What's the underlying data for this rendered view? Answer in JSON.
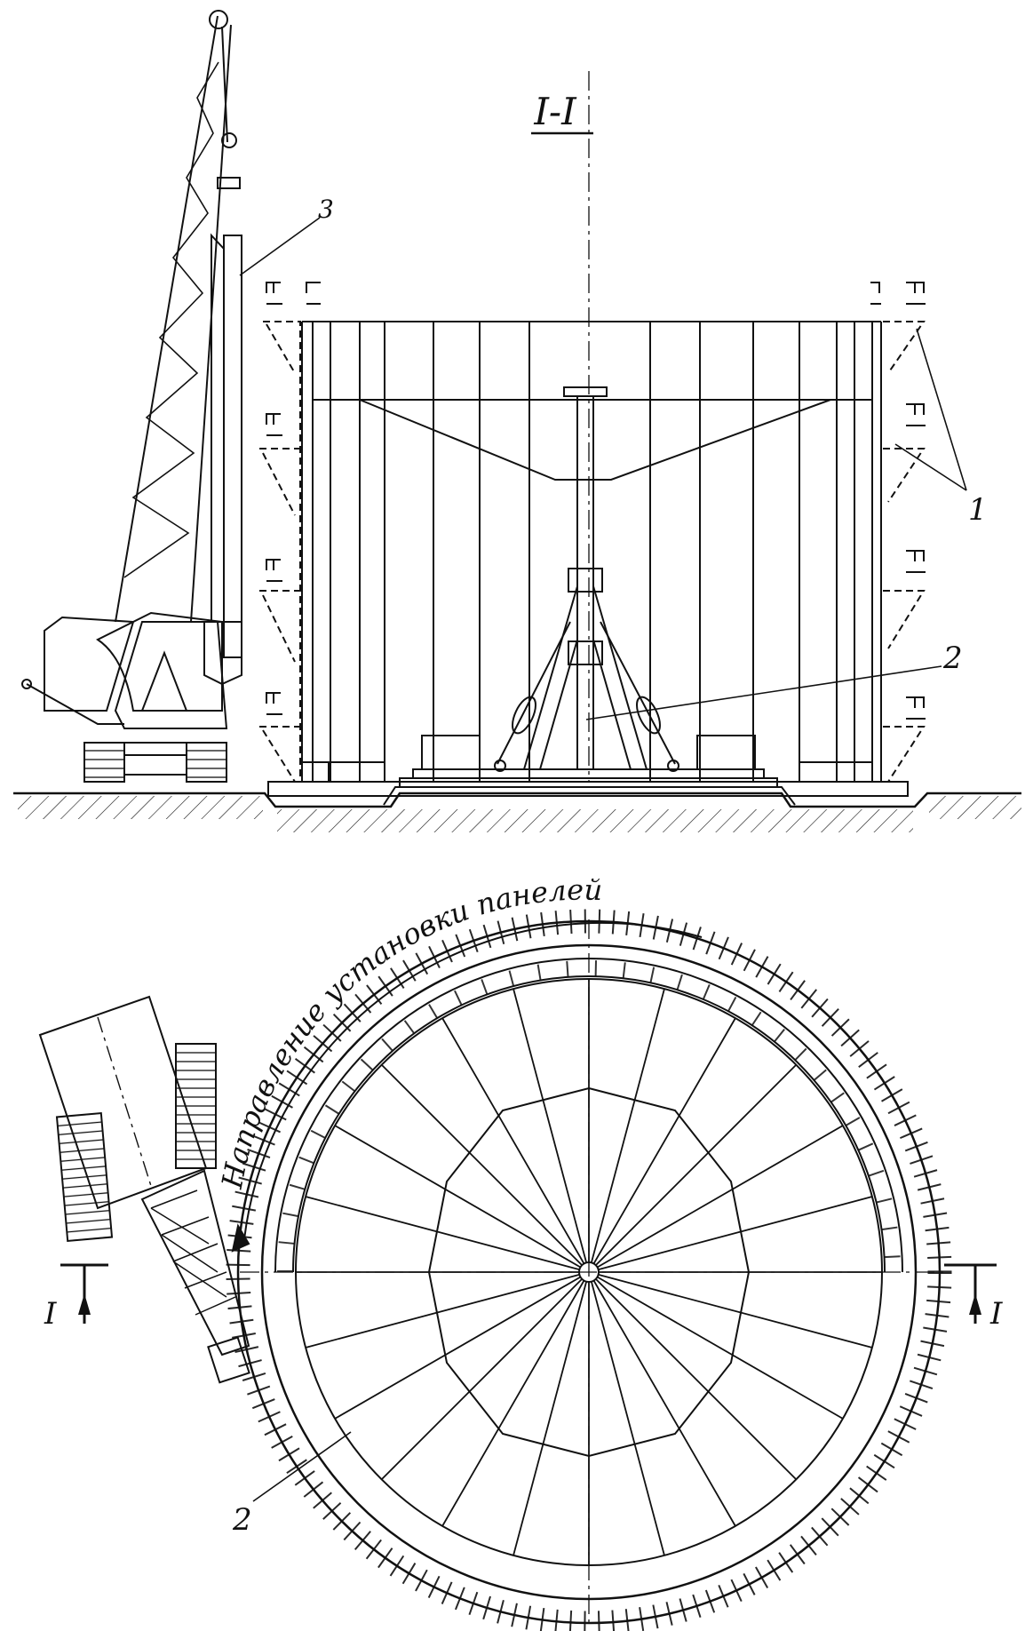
{
  "section_title": "I-I",
  "labels": {
    "callout_1": "1",
    "callout_2_elevation": "2",
    "callout_2_plan": "2",
    "callout_3": "3",
    "section_mark_left": "I",
    "section_mark_right": "I"
  },
  "plan_direction_text": "Направление установки панелей",
  "colors": {
    "ink": "#111111",
    "paper": "#ffffff"
  }
}
